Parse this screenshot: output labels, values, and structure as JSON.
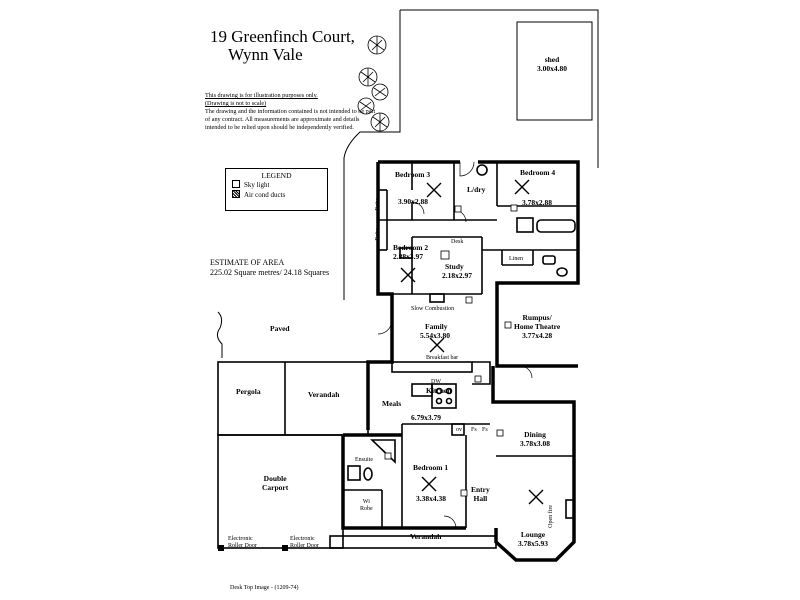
{
  "header": {
    "address_line1": "19 Greenfinch Court,",
    "address_line2": "Wynn Vale"
  },
  "disclaimer": {
    "line1": "This drawing is for illustration purposes only.",
    "line2": "(Drawing is not to scale)",
    "body": "The drawing and the information contained is not intended to be part of any contract.  All measurements are approximate and details intended to be relied upon should be independently verified."
  },
  "legend": {
    "title": "LEGEND",
    "items": [
      "Sky light",
      "Air cond ducts"
    ]
  },
  "estimate": {
    "title": "ESTIMATE OF AREA",
    "value": "225.02 Square metres/  24.18 Squares"
  },
  "rooms": {
    "shed": {
      "name": "shed",
      "size": "3.00x4.80"
    },
    "bedroom3": {
      "name": "Bedroom 3",
      "size": "3.90x2.88"
    },
    "ldry": {
      "name": "L/dry"
    },
    "bedroom4": {
      "name": "Bedroom 4",
      "size": "3.78x2.88"
    },
    "robe1": {
      "name": "Robe"
    },
    "robe2": {
      "name": "Robe"
    },
    "bedroom2": {
      "name": "Bedroom 2",
      "size": "2.88x3.97"
    },
    "desk": {
      "name": "Desk"
    },
    "study": {
      "name": "Study",
      "size": "2.18x2.97"
    },
    "linen": {
      "name": "Linen"
    },
    "slow_combustion": {
      "name": "Slow Combustion"
    },
    "rumpus": {
      "name": "Rumpus/",
      "name2": "Home Theatre",
      "size": "3.77x4.28"
    },
    "paved": {
      "name": "Paved"
    },
    "family": {
      "name": "Family",
      "size": "5.54x3.80"
    },
    "breakfast_bar": {
      "name": "Breakfast bar"
    },
    "dw": {
      "name": "DW"
    },
    "kitchen": {
      "name": "Kitchen"
    },
    "pergola": {
      "name": "Pergola"
    },
    "verandah_top": {
      "name": "Verandah"
    },
    "meals": {
      "name": "Meals",
      "size": "6.79x3.79"
    },
    "dining": {
      "name": "Dining",
      "size": "3.78x3.08"
    },
    "ov": {
      "name": "ov"
    },
    "fs1": {
      "name": "Fs"
    },
    "fs2": {
      "name": "Fs"
    },
    "ensuite": {
      "name": "Ensuite"
    },
    "bedroom1": {
      "name": "Bedroom 1",
      "size": "3.38x4.38"
    },
    "entry": {
      "name": "Entry",
      "name2": "Hall"
    },
    "double_carport": {
      "name": "Double",
      "name2": "Carport"
    },
    "wi_robe": {
      "name": "Wi",
      "name2": "Robe"
    },
    "open_fire": {
      "name": "Open fire"
    },
    "lounge": {
      "name": "Lounge",
      "size": "3.78x5.93"
    },
    "verandah_bottom": {
      "name": "Verandah"
    },
    "roller_door_1": {
      "name": "Electronic",
      "name2": "Roller Door"
    },
    "roller_door_2": {
      "name": "Electronic",
      "name2": "Roller Door"
    }
  },
  "footer": {
    "text": "Desk Top Image - (1209-74)"
  }
}
